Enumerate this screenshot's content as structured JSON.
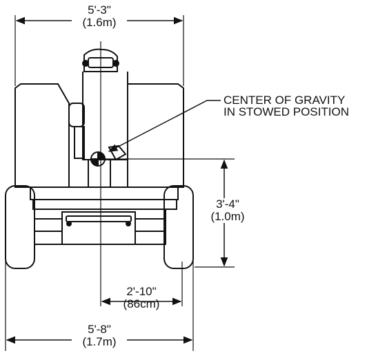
{
  "dimensions": {
    "top_width": {
      "feet": "5'-3\"",
      "metric": "(1.6m)"
    },
    "cg_height": {
      "feet": "3'-4\"",
      "metric": "(1.0m)"
    },
    "cg_offset": {
      "feet": "2'-10\"",
      "metric": "(86cm)"
    },
    "bottom_width": {
      "feet": "5'-8\"",
      "metric": "(1.7m)"
    }
  },
  "callout": {
    "line1": "CENTER OF GRAVITY",
    "line2": "IN STOWED POSITION"
  },
  "colors": {
    "ink": "#111111",
    "paper": "#ffffff"
  }
}
